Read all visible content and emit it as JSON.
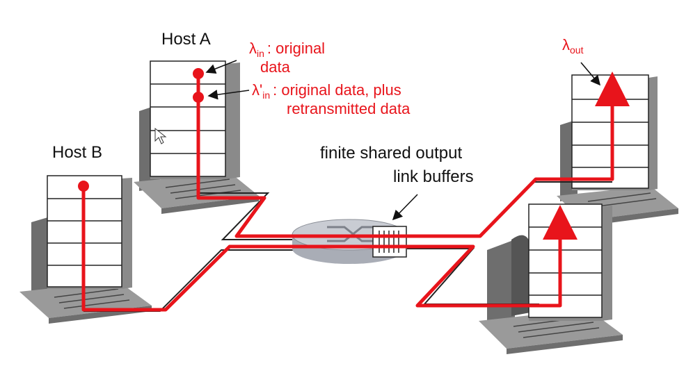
{
  "colors": {
    "flow": "#e8141b",
    "host_gray": "#9a9a9a",
    "host_dark": "#6e6e6e",
    "stack_fill": "#ffffff",
    "router": "#c9ccd3"
  },
  "icons": {
    "host_a": "computer-host-icon",
    "host_b": "computer-host-icon",
    "host_c": "computer-host-icon",
    "host_d": "computer-host-icon",
    "router": "router-icon",
    "cursor": "mouse-cursor-icon"
  },
  "hosts": {
    "a": {
      "label": "Host A"
    },
    "b": {
      "label": "Host B"
    }
  },
  "router": {
    "label_line1": "finite shared output",
    "label_line2": "link buffers"
  },
  "lambda_in": {
    "symbol": "λ",
    "subscript": "in",
    "desc_line1": ": original",
    "desc_line2": "data"
  },
  "lambda_in_prime": {
    "symbol": "λ'",
    "subscript": "in",
    "desc_line1": ": original data, plus",
    "desc_line2": "retransmitted data"
  },
  "lambda_out": {
    "symbol": "λ",
    "subscript": "out"
  }
}
